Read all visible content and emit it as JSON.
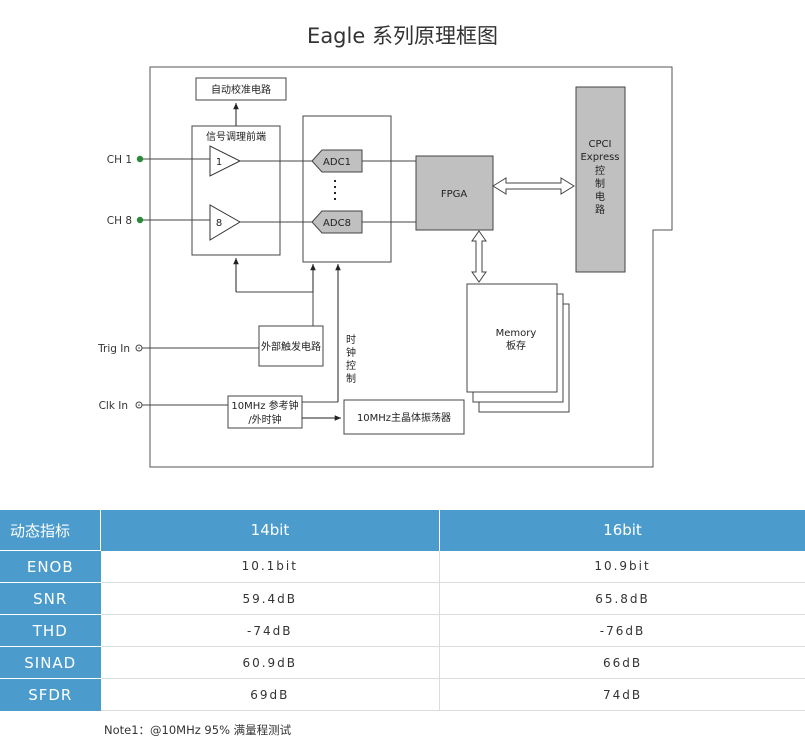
{
  "title": "Eagle 系列原理框图",
  "diagram": {
    "blocks": {
      "calibration": "自动校准电路",
      "signal_conditioning": "信号调理前端",
      "amp1": "1",
      "amp8": "8",
      "adc1": "ADC1",
      "adc8": "ADC8",
      "fpga": "FPGA",
      "cpci_line1": "CPCI",
      "cpci_line2": "Express",
      "cpci_chars": [
        "控",
        "制",
        "电",
        "路"
      ],
      "memory_line1": "Memory",
      "memory_line2": "板存",
      "ext_trigger": "外部触发电路",
      "ref_clock_line1": "10MHz 参考钟",
      "ref_clock_line2": "/外时钟",
      "oscillator": "10MHz主晶体振荡器",
      "clock_ctrl_chars": [
        "时",
        "钟",
        "控",
        "制"
      ]
    },
    "inputs": {
      "ch1": "CH 1",
      "ch8": "CH 8",
      "trig": "Trig In",
      "clk": "Clk In"
    }
  },
  "table": {
    "header": [
      "动态指标",
      "14bit",
      "16bit"
    ],
    "rows": [
      {
        "metric": "ENOB",
        "v14": "10.1bit",
        "v16": "10.9bit"
      },
      {
        "metric": "SNR",
        "v14": "59.4dB",
        "v16": "65.8dB"
      },
      {
        "metric": "THD",
        "v14": "-74dB",
        "v16": "-76dB"
      },
      {
        "metric": "SINAD",
        "v14": "60.9dB",
        "v16": "66dB"
      },
      {
        "metric": "SFDR",
        "v14": "69dB",
        "v16": "74dB"
      }
    ]
  },
  "note": "Note1：@10MHz 95% 满量程测试",
  "colors": {
    "table_header": "#4b9ccc",
    "block_fill": "#c0c0c0",
    "input_dot": "#2a8a3a"
  }
}
